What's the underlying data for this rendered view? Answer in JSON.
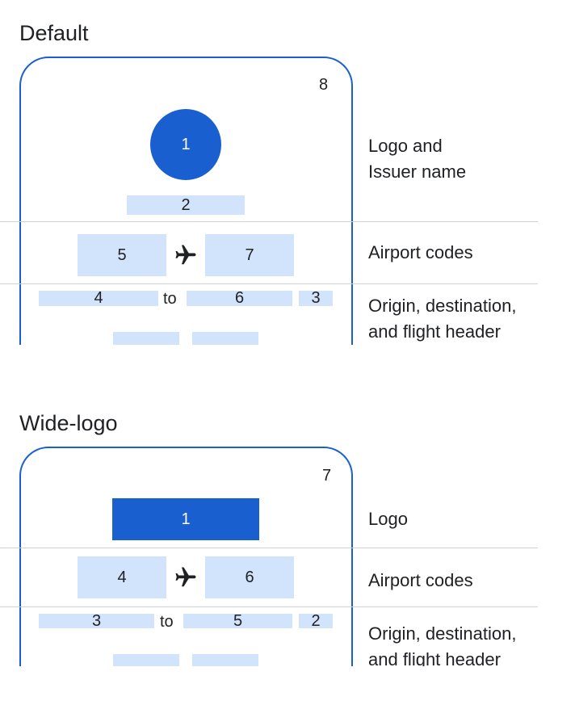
{
  "default_section": {
    "title": "Default",
    "badge": "8",
    "logo": "1",
    "issuer_name": "2",
    "origin_code": "5",
    "destination_code": "7",
    "origin": "4",
    "to": "to",
    "destination": "6",
    "flight_header": "3",
    "labels": {
      "logo_issuer_line1": "Logo and",
      "logo_issuer_line2": "Issuer name",
      "airport_codes": "Airport codes",
      "origin_dest_line1": "Origin, destination,",
      "origin_dest_line2": "and flight header"
    }
  },
  "wide_logo_section": {
    "title": "Wide-logo",
    "badge": "7",
    "logo": "1",
    "origin_code": "4",
    "destination_code": "6",
    "origin": "3",
    "to": "to",
    "destination": "5",
    "flight_header": "2",
    "labels": {
      "logo": "Logo",
      "airport_codes": "Airport codes",
      "origin_dest_line1": "Origin, destination,",
      "origin_dest_line2": "and flight header"
    }
  },
  "colors": {
    "accent": "#1a5fd0",
    "placeholder": "#d2e3fc",
    "divider": "#d0d3d6"
  },
  "icons": [
    "airplane-icon"
  ]
}
